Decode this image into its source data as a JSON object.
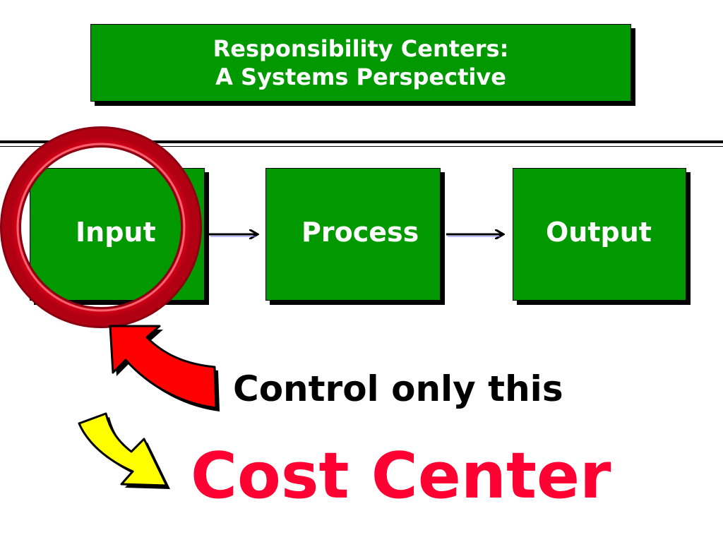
{
  "title": {
    "line1": "Responsibility Centers:",
    "line2": "A Systems Perspective"
  },
  "flow": {
    "nodes": [
      {
        "label": "Input"
      },
      {
        "label": "Process"
      },
      {
        "label": "Output"
      }
    ]
  },
  "annotation": {
    "caption": "Control only this",
    "center_type": "Cost Center"
  },
  "colors": {
    "box_green": "#009a00",
    "highlight_ring": "#e0001a",
    "callout_arrow_red": "#ff0000",
    "callout_arrow_yellow": "#ffff00",
    "center_type_text": "#ff0033"
  },
  "icons": {
    "red_arrow": "curved-arrow-up-left-icon",
    "yellow_arrow": "curved-arrow-down-right-icon",
    "ring": "highlight-ring-icon"
  }
}
